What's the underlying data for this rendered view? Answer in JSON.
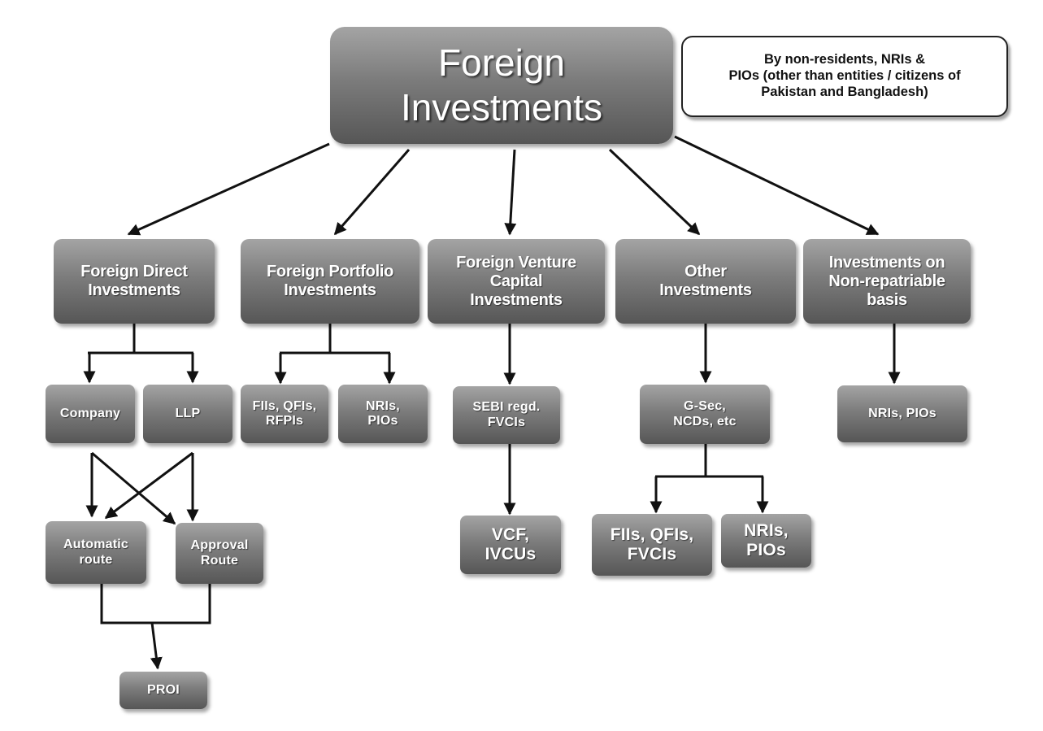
{
  "root": {
    "label": "Foreign\nInvestments"
  },
  "note": {
    "text": "By non-residents, NRIs &\nPIOs (other than entities / citizens of\nPakistan and Bangladesh)"
  },
  "categories": {
    "fdi": "Foreign Direct\nInvestments",
    "fpi": "Foreign Portfolio\nInvestments",
    "fvci": "Foreign Venture\nCapital\nInvestments",
    "other": "Other\nInvestments",
    "nonrep": "Investments on\nNon-repatriable\nbasis"
  },
  "fdi": {
    "company": "Company",
    "llp": "LLP",
    "automatic": "Automatic\nroute",
    "approval": "Approval\nRoute",
    "proi": "PROI"
  },
  "fpi": {
    "fiis": "FIIs, QFIs,\nRFPIs",
    "nris": "NRIs,\nPIOs"
  },
  "fvci": {
    "sebi": "SEBI regd.\nFVCIs",
    "vcf": "VCF,\nIVCUs"
  },
  "other": {
    "gsec": "G-Sec,\nNCDs, etc",
    "fiis": "FIIs, QFIs,\nFVCIs",
    "nris": "NRIs,\nPIOs"
  },
  "nonrep": {
    "nris": "NRIs, PIOs"
  }
}
